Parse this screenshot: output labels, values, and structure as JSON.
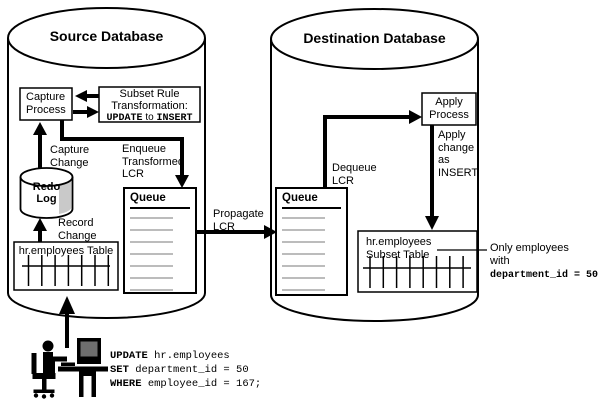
{
  "source": {
    "title": "Source Database",
    "capture_process": {
      "line1": "Capture",
      "line2": "Process"
    },
    "transformation": {
      "line1": "Subset Rule",
      "line2": "Transformation:",
      "code_from": "UPDATE",
      "word_to": "to",
      "code_to": "INSERT"
    },
    "redo_log": {
      "line1": "Redo",
      "line2": "Log"
    },
    "table_label": "hr.employees Table",
    "queue_label": "Queue",
    "labels": {
      "capture_change": [
        "Capture",
        "Change"
      ],
      "enqueue": [
        "Enqueue",
        "Transformed",
        "LCR"
      ],
      "record_change": [
        "Record",
        "Change"
      ]
    }
  },
  "propagate": [
    "Propagate",
    "LCR"
  ],
  "destination": {
    "title": "Destination Database",
    "queue_label": "Queue",
    "apply_process": {
      "line1": "Apply",
      "line2": "Process"
    },
    "labels": {
      "dequeue": [
        "Dequeue",
        "LCR"
      ],
      "apply_change": [
        "Apply",
        "change",
        "as",
        "INSERT"
      ]
    },
    "table": {
      "line1": "hr.employees",
      "line2": "Subset Table"
    },
    "callout": {
      "line1": "Only employees",
      "line2": "with",
      "code": "department_id = 50"
    }
  },
  "sql": {
    "lines": [
      {
        "kw": "UPDATE",
        "rest": " hr.employees"
      },
      {
        "kw": "SET",
        "rest": " department_id = 50"
      },
      {
        "kw": "WHERE",
        "rest": " employee_id = 167;"
      }
    ]
  },
  "colors": {
    "ink": "#000000",
    "queue_line_gray": "#a6a6a6",
    "redo_shade": "#c9c9c9",
    "screen_gray": "#6e6e6e"
  }
}
